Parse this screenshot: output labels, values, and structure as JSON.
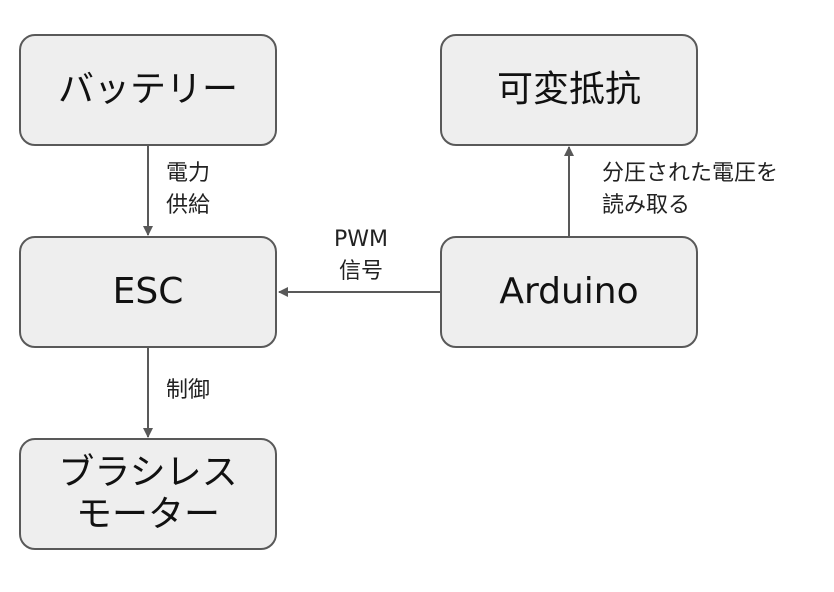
{
  "nodes": {
    "battery": {
      "label": "バッテリー"
    },
    "variable_resistor": {
      "label": "可変抵抗"
    },
    "esc": {
      "label": "ESC"
    },
    "arduino": {
      "label": "Arduino"
    },
    "brushless_motor": {
      "label_lines": [
        "ブラシレス",
        "モーター"
      ]
    }
  },
  "edges": {
    "battery_to_esc": {
      "label_lines": [
        "電力",
        "供給"
      ]
    },
    "arduino_to_esc": {
      "label_lines": [
        "PWM",
        "信号"
      ]
    },
    "arduino_to_resistor": {
      "label_lines": [
        "分圧された電圧を",
        "読み取る"
      ]
    },
    "esc_to_motor": {
      "label_lines": [
        "制御"
      ]
    }
  },
  "colors": {
    "node_fill": "#eeeeee",
    "node_border": "#595959",
    "edge": "#595959",
    "text": "#111111"
  }
}
